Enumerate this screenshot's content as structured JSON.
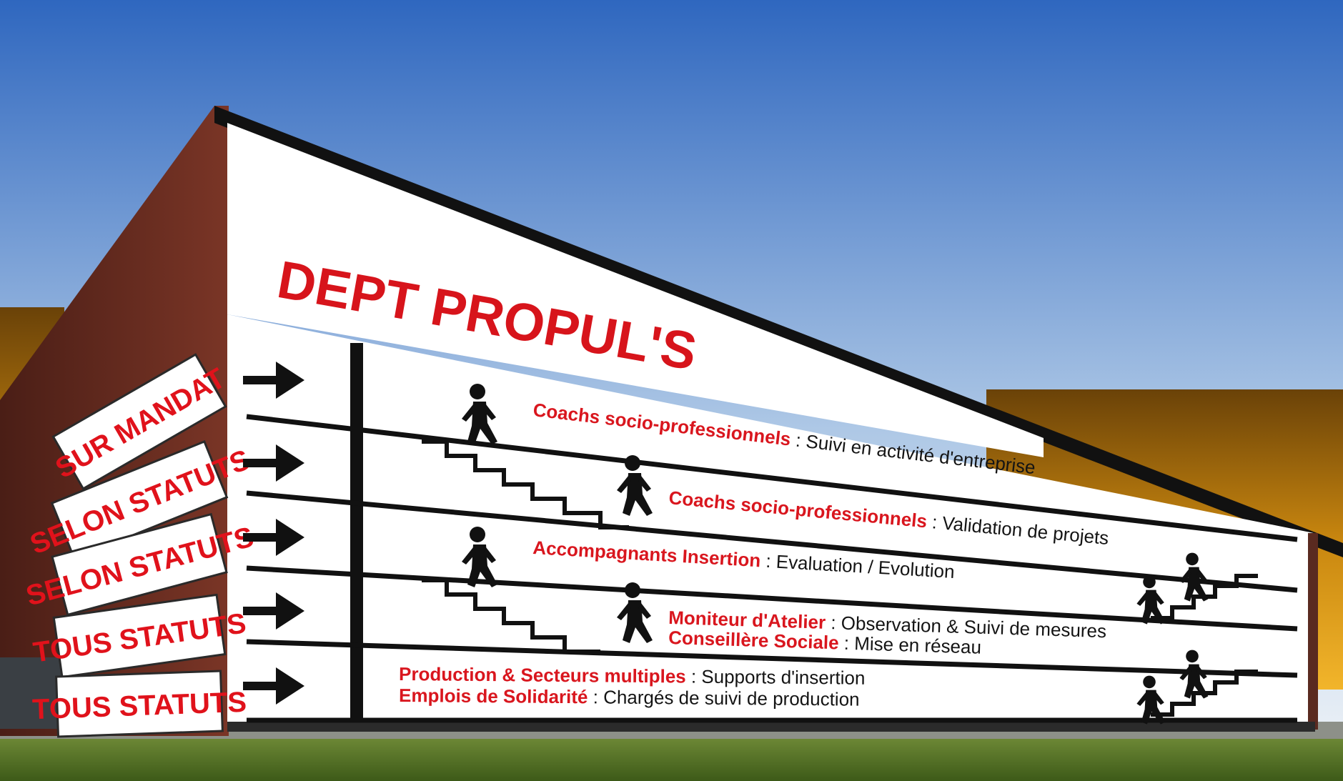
{
  "title": "DEPT PROPUL'S",
  "side_signs": [
    "SUR MANDAT",
    "SELON STATUTS",
    "SELON STATUTS",
    "TOUS STATUTS",
    "TOUS STATUTS"
  ],
  "rows": [
    {
      "lines": [
        {
          "role": "Coachs socio-professionnels",
          "detail": " : Suivi en activité d'entreprise"
        }
      ]
    },
    {
      "lines": [
        {
          "role": "Coachs socio-professionnels",
          "detail": " : Validation de projets"
        }
      ]
    },
    {
      "lines": [
        {
          "role": "Accompagnants Insertion",
          "detail": " : Evaluation / Evolution"
        }
      ]
    },
    {
      "lines": [
        {
          "role": "Moniteur d'Atelier",
          "detail": " : Observation  & Suivi de mesures"
        },
        {
          "role": "Conseillère Sociale",
          "detail": " : Mise en réseau"
        }
      ]
    },
    {
      "lines": [
        {
          "role": "Production  & Secteurs multiples",
          "detail": " : Supports d'insertion"
        },
        {
          "role": "Emplois de Solidarité",
          "detail": " : Chargés de suivi de production"
        }
      ]
    }
  ],
  "colors": {
    "accent_red": "#d9161e",
    "sky_top": "#2f67bf",
    "sky_bottom": "#eef3f8",
    "sunset": "#c8860f",
    "grass": "#4f6f22",
    "ink": "#111111"
  },
  "icons": [
    "right-arrow-icon",
    "person-climbing-stairs-icon"
  ]
}
